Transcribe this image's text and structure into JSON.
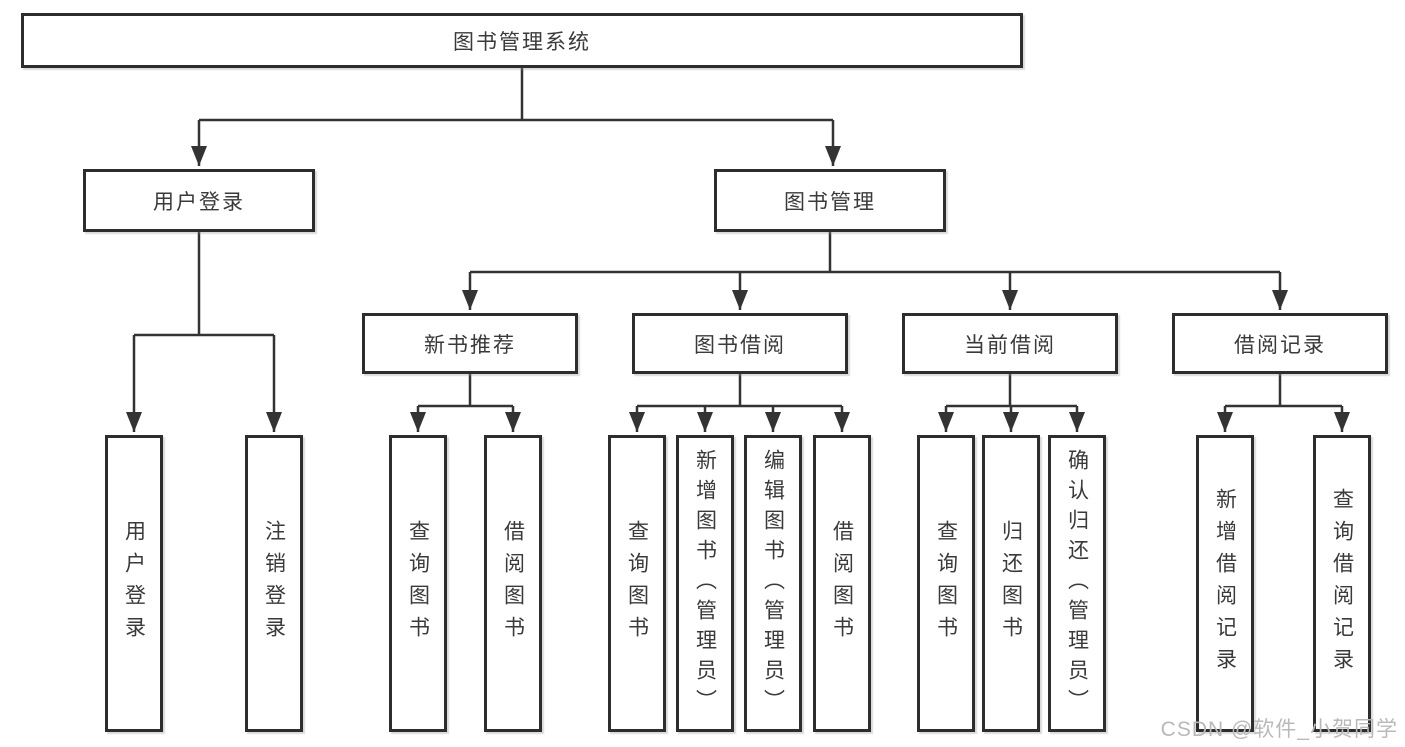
{
  "diagram_title": "图书管理系统",
  "colors": {
    "background": "#ffffff",
    "line": "#333333",
    "box_border": "#2d2d2d",
    "text": "#3a3a3a",
    "watermark": "#b9b9b9"
  },
  "nodes": {
    "root": {
      "label": "图书管理系统"
    },
    "user_login": {
      "label": "用户登录"
    },
    "book_mgmt": {
      "label": "图书管理"
    },
    "new_book": {
      "label": "新书推荐"
    },
    "book_borrow": {
      "label": "图书借阅"
    },
    "current": {
      "label": "当前借阅"
    },
    "records": {
      "label": "借阅记录"
    },
    "leaf_login": {
      "label": "用户登录"
    },
    "leaf_logout": {
      "label": "注销登录"
    },
    "leaf_nb_query": {
      "label": "查询图书"
    },
    "leaf_nb_borrow": {
      "label": "借阅图书"
    },
    "leaf_bb_query": {
      "label": "查询图书"
    },
    "leaf_bb_add": {
      "label": "新增图书（管理员）"
    },
    "leaf_bb_edit": {
      "label": "编辑图书（管理员）"
    },
    "leaf_bb_borrow": {
      "label": "借阅图书"
    },
    "leaf_cb_query": {
      "label": "查询图书"
    },
    "leaf_cb_return": {
      "label": "归还图书"
    },
    "leaf_cb_confirm": {
      "label": "确认归还（管理员）"
    },
    "leaf_br_add": {
      "label": "新增借阅记录"
    },
    "leaf_br_query": {
      "label": "查询借阅记录"
    }
  },
  "tree": {
    "label": "图书管理系统",
    "children": [
      {
        "label": "用户登录",
        "children": [
          {
            "label": "用户登录"
          },
          {
            "label": "注销登录"
          }
        ]
      },
      {
        "label": "图书管理",
        "children": [
          {
            "label": "新书推荐",
            "children": [
              {
                "label": "查询图书"
              },
              {
                "label": "借阅图书"
              }
            ]
          },
          {
            "label": "图书借阅",
            "children": [
              {
                "label": "查询图书"
              },
              {
                "label": "新增图书（管理员）"
              },
              {
                "label": "编辑图书（管理员）"
              },
              {
                "label": "借阅图书"
              }
            ]
          },
          {
            "label": "当前借阅",
            "children": [
              {
                "label": "查询图书"
              },
              {
                "label": "归还图书"
              },
              {
                "label": "确认归还（管理员）"
              }
            ]
          },
          {
            "label": "借阅记录",
            "children": [
              {
                "label": "新增借阅记录"
              },
              {
                "label": "查询借阅记录"
              }
            ]
          }
        ]
      }
    ]
  },
  "watermark": "CSDN @软件_小贺同学"
}
